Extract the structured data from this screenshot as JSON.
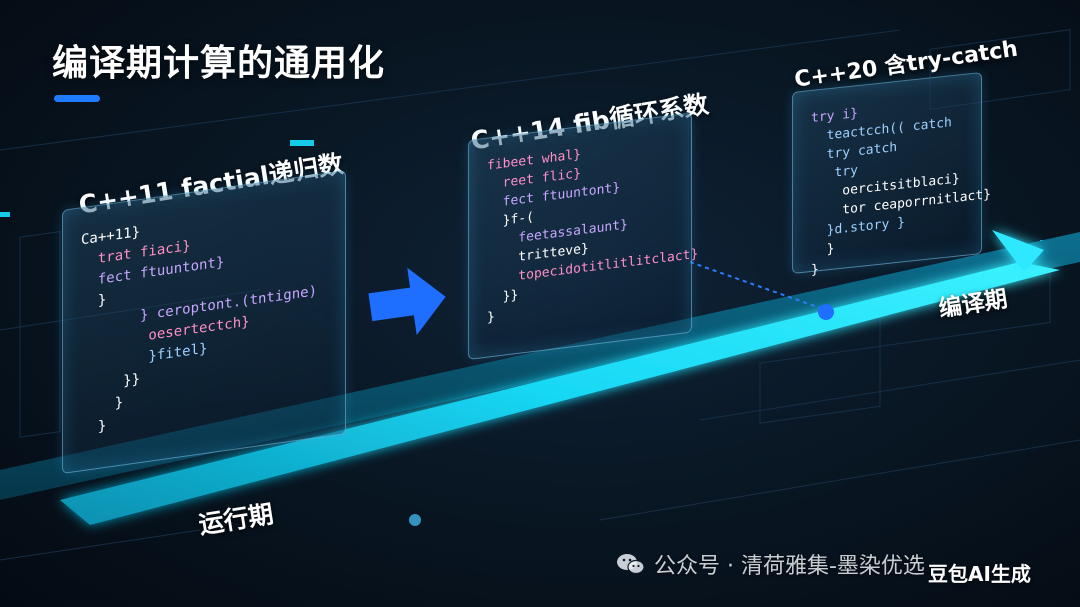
{
  "title": "编译期计算的通用化",
  "stages": [
    {
      "label": "C++11 factial递归数",
      "code_lines": [
        "Ca++11}",
        "  trat fiaci}",
        "  fect ftuuntont}",
        "  }",
        "       } ceroptont.(tntigne)",
        "        oesertectch}",
        "        }fitel}",
        "     }}",
        "    }",
        "  }"
      ]
    },
    {
      "label": "C++14 fib循环系数",
      "code_lines": [
        "fibeet whal}",
        "  reet flic}",
        "  fect ftuuntont}",
        "  }f-(",
        "    feetassalaunt}",
        "    tritteve}",
        "    topecidotitlitlitclact}",
        "  }}",
        "}"
      ]
    },
    {
      "label": "C++20 含try-catch",
      "code_lines": [
        "try i}",
        "  teactcch(( catch",
        "  try catch",
        "   try",
        "    oercitsitblaci}",
        "    tor ceaporrnitlact}",
        "  }d.story }",
        "  }",
        "}"
      ]
    }
  ],
  "axis_labels": {
    "runtime": "运行期",
    "compile_time": "编译期"
  },
  "watermark": {
    "text": "公众号 · 清荷雅集-墨染优选",
    "brand": "豆包AI生成"
  },
  "colors": {
    "accent": "#1f7bff",
    "track": "#19e2ff",
    "arrow": "#1e6fff",
    "background": "#06101c"
  }
}
